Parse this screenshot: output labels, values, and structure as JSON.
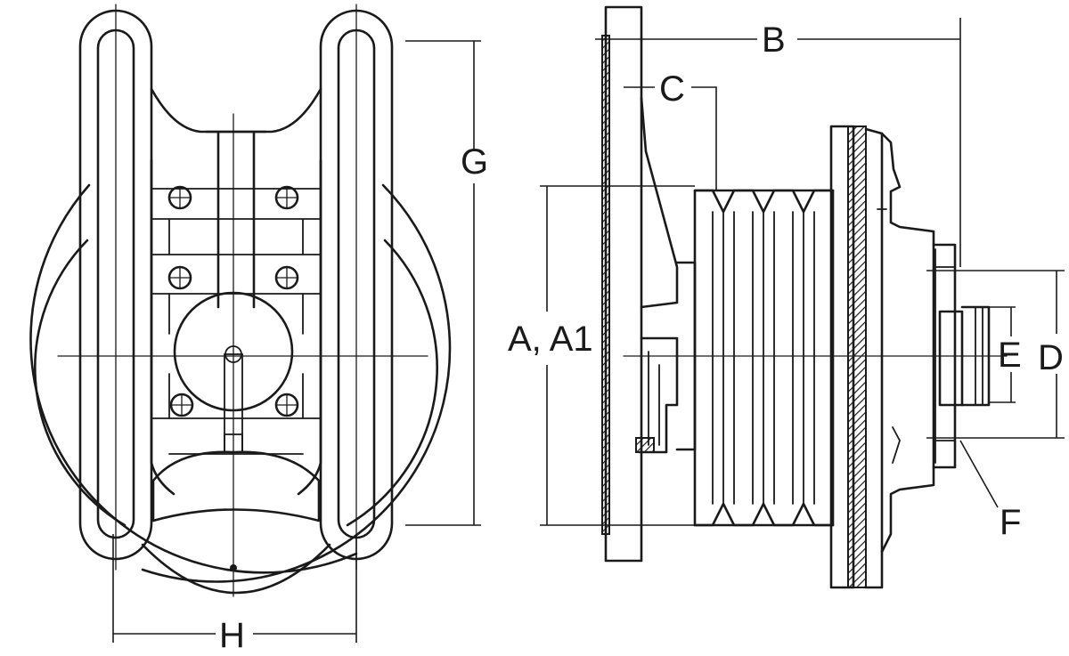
{
  "labels": {
    "a": "A, A1",
    "b": "B",
    "c": "C",
    "d": "D",
    "e": "E",
    "f": "F",
    "g": "G",
    "h": "H"
  }
}
